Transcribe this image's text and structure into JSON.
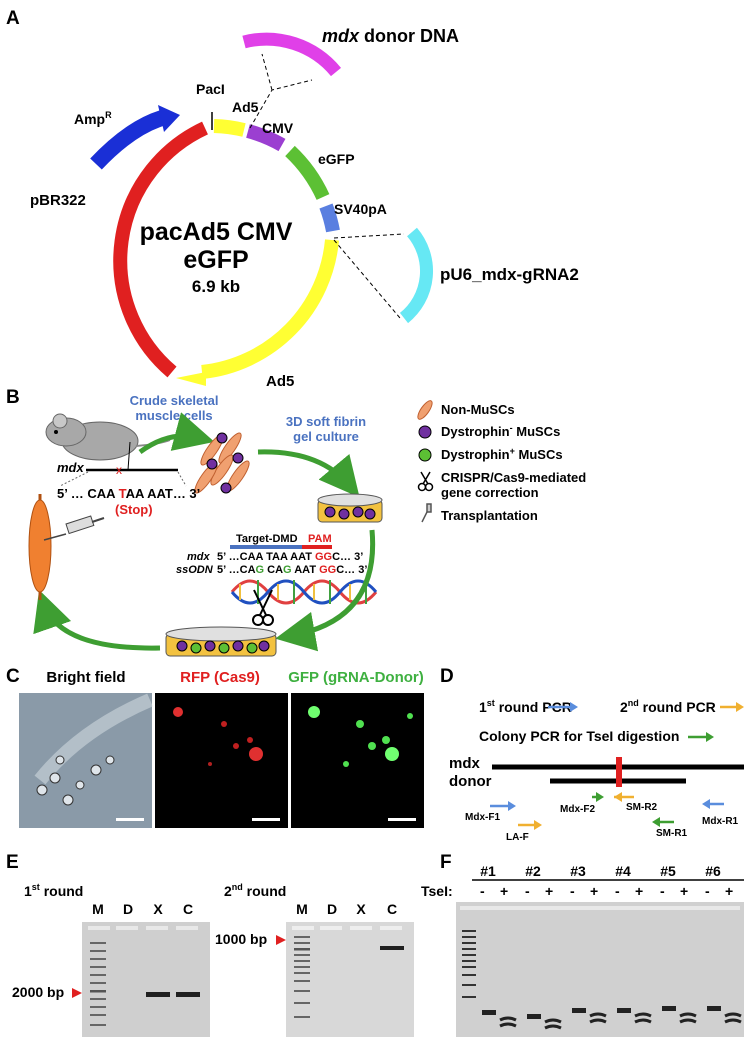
{
  "panel_letters": {
    "a": "A",
    "b": "B",
    "c": "C",
    "d": "D",
    "e": "E",
    "f": "F"
  },
  "colors": {
    "red": "#e02020",
    "yellow": "#ffff33",
    "magenta": "#e040e8",
    "cyan": "#66e8f4",
    "blue": "#1a2fd6",
    "purple": "#9b3fd1",
    "green": "#5cc034",
    "slate": "#5a7fe0",
    "arrow_green": "#3e9e32",
    "pcr_blue": "#5a8ddd",
    "pcr_orange": "#f0b030",
    "gel_bg": "#c8c8c8"
  },
  "panelA": {
    "center_title_1": "pacAd5 CMV",
    "center_title_2": "eGFP",
    "center_size": "6.9 kb",
    "labels": {
      "pacI": "PacI",
      "ad5_top": "Ad5",
      "cmv": "CMV",
      "egfp": "eGFP",
      "sv40pa": "SV40pA",
      "ampr": "Amp",
      "ampr_sup": "R",
      "pbr322": "pBR322",
      "ad5_bottom": "Ad5",
      "donor_italic": "mdx",
      "donor_rest": " donor  DNA",
      "grna": "pU6_mdx-gRNA2"
    }
  },
  "panelB": {
    "crude_1": "Crude skeletal",
    "crude_2": "muscle cells",
    "soft_1": "3D soft fibrin",
    "soft_2": "gel culture",
    "mdx": "mdx",
    "seq_a": "5’ … CAA ",
    "seq_t": "T",
    "seq_b": "AA AAT… 3’",
    "stop": "(Stop)",
    "target": "Target-DMD",
    "pam": "PAM",
    "row1_label": "mdx",
    "row1_prefix": "5’ …CAA TAA AAT ",
    "row1_pam": "GG",
    "row1_suffix": "C… 3’",
    "row2_label": "ssODN",
    "row2_prefix": "5’ …CA",
    "row2_g1": "G",
    "row2_mid": " CA",
    "row2_g2": "G",
    "row2_mid2": " AAT ",
    "row2_pam": "GG",
    "row2_suffix": "C… 3’",
    "legend": [
      {
        "label": "Non-MuSCs",
        "icon": "spindle-cell-icon"
      },
      {
        "label": "Dystrophin",
        "sup": "-",
        "rest": " MuSCs",
        "icon": "purple-dot-icon"
      },
      {
        "label": "Dystrophin",
        "sup": "+",
        "rest": " MuSCs",
        "icon": "green-dot-icon"
      },
      {
        "label": "CRISPR/Cas9-mediated",
        "label2": "gene correction",
        "icon": "scissors-icon"
      },
      {
        "label": "Transplantation",
        "icon": "syringe-icon"
      }
    ]
  },
  "panelC": {
    "bright": "Bright field",
    "rfp": "RFP (Cas9)",
    "gfp": "GFP (gRNA-Donor)"
  },
  "panelD": {
    "first_sup": "st",
    "first_a": "1",
    "first_b": " round PCR",
    "second_sup": "nd",
    "second_a": "2",
    "second_b": " round PCR",
    "colony": "Colony PCR for TseI digestion",
    "mdx": "mdx",
    "donor": "donor",
    "primers": [
      "Mdx-F1",
      "LA-F",
      "Mdx-F2",
      "SM-R2",
      "SM-R1",
      "Mdx-R1"
    ]
  },
  "panelE": {
    "first_a": "1",
    "first_sup": "st",
    "first_b": " round",
    "second_a": "2",
    "second_sup": "nd",
    "second_b": " round",
    "lanes1": [
      "M",
      "D",
      "X",
      "C"
    ],
    "lanes2": [
      "M",
      "D",
      "X",
      "C"
    ],
    "marker1": "2000 bp",
    "marker2": "1000 bp"
  },
  "panelF": {
    "clones": [
      "#1",
      "#2",
      "#3",
      "#4",
      "#5",
      "#6"
    ],
    "tsel": "TseI:",
    "minus": "-",
    "plus": "+"
  }
}
